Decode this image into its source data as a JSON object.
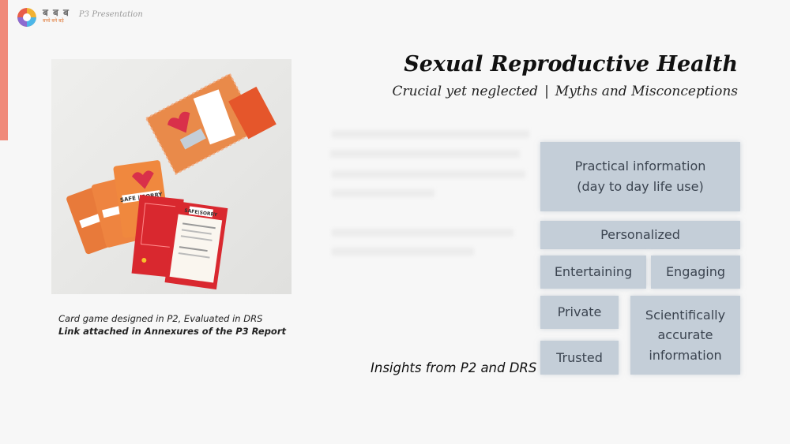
{
  "brand": {
    "name": "ब ब ब",
    "sub": "बच्चे बने बड़े",
    "deck_label": "P3 Presentation",
    "colors": [
      "#e85d4a",
      "#f2b233",
      "#4db6e8",
      "#8c6bd0"
    ]
  },
  "slide": {
    "title": "Sexual Reproductive Health",
    "subtitle_left": "Crucial yet neglected",
    "subtitle_sep": "|",
    "subtitle_right": "Myths and Misconceptions"
  },
  "photo": {
    "product_label_safe": "SAFE",
    "product_label_sorry": "SORRY"
  },
  "caption": {
    "line1": "Card game designed in P2, Evaluated in DRS",
    "line2": "Link attached in Annexures of the P3 Report"
  },
  "insights": {
    "label": "Insights from P2 and DRS",
    "boxes": {
      "practical": "Practical information\n(day to day life use)",
      "personalized": "Personalized",
      "entertaining": "Entertaining",
      "engaging": "Engaging",
      "private": "Private",
      "scientific": "Scientifically\naccurate\ninformation",
      "trusted": "Trusted"
    }
  },
  "colors": {
    "accent": "#f08a7a",
    "box_fill": "#c4ced8",
    "box_text": "#3b4450"
  }
}
